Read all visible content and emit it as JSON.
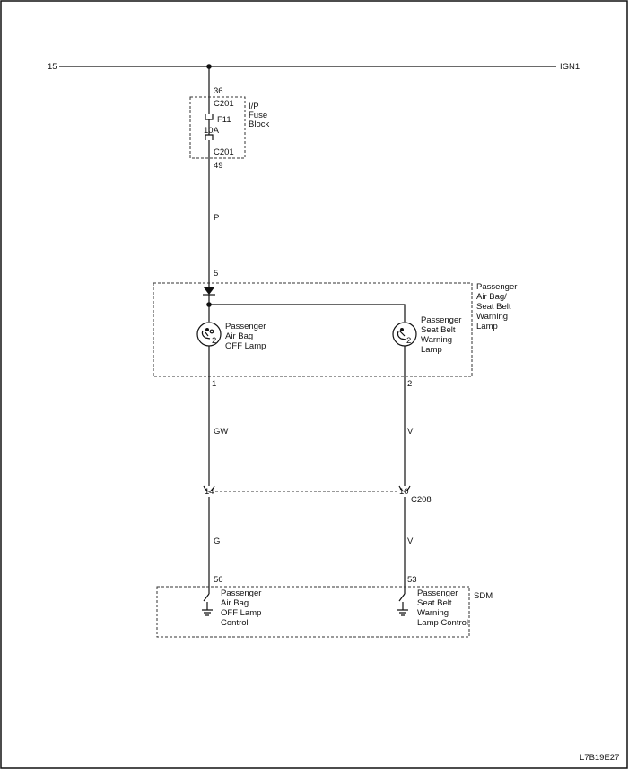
{
  "power": {
    "left_label": "15",
    "right_label": "IGN1"
  },
  "fuse": {
    "pin_top": "36",
    "connector_top": "C201",
    "name": "F11",
    "rating": "10A",
    "connector_bottom": "C201",
    "pin_bottom": "49",
    "block_label": [
      "I/P",
      "Fuse",
      "Block"
    ]
  },
  "wires": {
    "p": "P",
    "gw": "GW",
    "v_upper": "V",
    "g": "G",
    "v_lower": "V"
  },
  "lamp_assembly": {
    "pin_in": "5",
    "label": [
      "Passenger",
      "Air Bag/",
      "Seat Belt",
      "Warning",
      "Lamp"
    ],
    "airbag_lamp": {
      "label": [
        "Passenger",
        "Air Bag",
        "OFF Lamp"
      ],
      "symbol_number": "2",
      "pin": "1"
    },
    "seatbelt_lamp": {
      "label": [
        "Passenger",
        "Seat Belt",
        "Warning",
        "Lamp"
      ],
      "symbol_number": "2",
      "pin": "2"
    }
  },
  "connector_c208": {
    "name": "C208",
    "pin_left": "14",
    "pin_right": "10"
  },
  "sdm": {
    "name": "SDM",
    "left": {
      "pin": "56",
      "label": [
        "Passenger",
        "Air Bag",
        "OFF Lamp",
        "Control"
      ]
    },
    "right": {
      "pin": "53",
      "label": [
        "Passenger",
        "Seat Belt",
        "Warning",
        "Lamp Control"
      ]
    }
  },
  "figure_code": "L7B19E27"
}
